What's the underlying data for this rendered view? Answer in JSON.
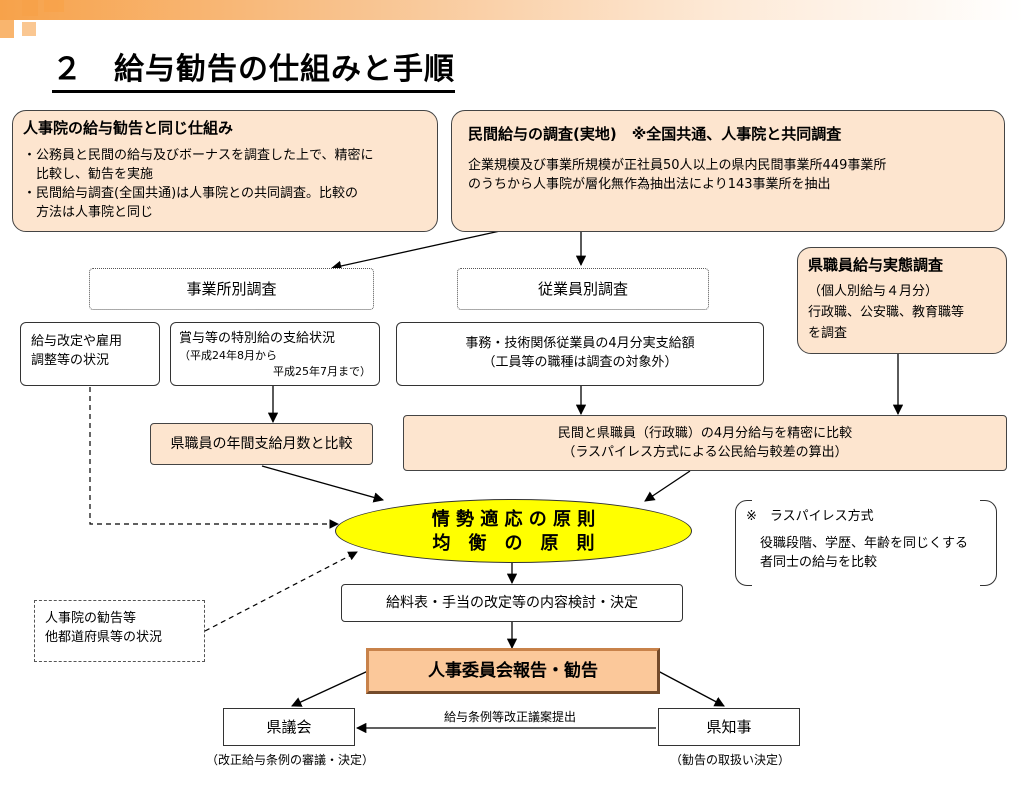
{
  "title": "２　給与勧告の仕組みと手順",
  "box_jinjiin": {
    "title": "人事院の給与勧告と同じ仕組み",
    "line1": "・公務員と民間の給与及びボーナスを調査した上で、精密に",
    "line2": "　比較し、勧告を実施",
    "line3": "・民間給与調査(全国共通)は人事院との共同調査。比較の",
    "line4": "　方法は人事院と同じ"
  },
  "box_minkan": {
    "title": "民間給与の調査(実地)　※全国共通、人事院と共同調査",
    "line1": "企業規模及び事業所規模が正社員50人以上の県内民間事業所449事業所",
    "line2": "のうちから人事院が層化無作為抽出法により143事業所を抽出"
  },
  "jigyosho": "事業所別調査",
  "jugyoin": "従業員別調査",
  "kenshokuin_survey": {
    "title": "県職員給与実態調査",
    "line1": "（個人別給与４月分）",
    "line2": "行政職、公安職、教育職等",
    "line3": "を調査"
  },
  "kyuyo_kaitei": {
    "line1": "給与改定や雇用",
    "line2": "調整等の状況"
  },
  "shoyo": {
    "line1": "賞与等の特別給の支給状況",
    "line2": "（平成24年8月から",
    "line3": "平成25年7月まで）"
  },
  "jimu": {
    "line1": "事務・技術関係従業員の4月分実支給額",
    "line2": "（工員等の職種は調査の対象外）"
  },
  "nenkan": "県職員の年間支給月数と比較",
  "hikaku": {
    "line1": "民間と県職員（行政職）の4月分給与を精密に比較",
    "line2": "（ラスパイレス方式による公民給与較差の算出）"
  },
  "gensoku": {
    "line1": "情 勢 適 応 の 原 則",
    "line2": "均　衡　の　原　則"
  },
  "laspeyres": {
    "title": "※　ラスパイレス方式",
    "line1": "役職段階、学歴、年齢を同じくする",
    "line2": "者同士の給与を比較"
  },
  "kyuryohyo": "給料表・手当の改定等の内容検討・決定",
  "jinjiin_kankoku": {
    "line1": "人事院の勧告等",
    "line2": "他都道府県等の状況"
  },
  "houkoku": "人事委員会報告・勧告",
  "kengikai": "県議会",
  "kengikai_note": "（改正給与条例の審議・決定）",
  "kenchiji": "県知事",
  "kenchiji_note": "（勧告の取扱い決定）",
  "teishutsu": "給与条例等改正議案提出",
  "colors": {
    "accent": "#f7a24a",
    "peach": "#fde5cf",
    "ellipse": "#ffff00",
    "report": "#fbc89a"
  }
}
